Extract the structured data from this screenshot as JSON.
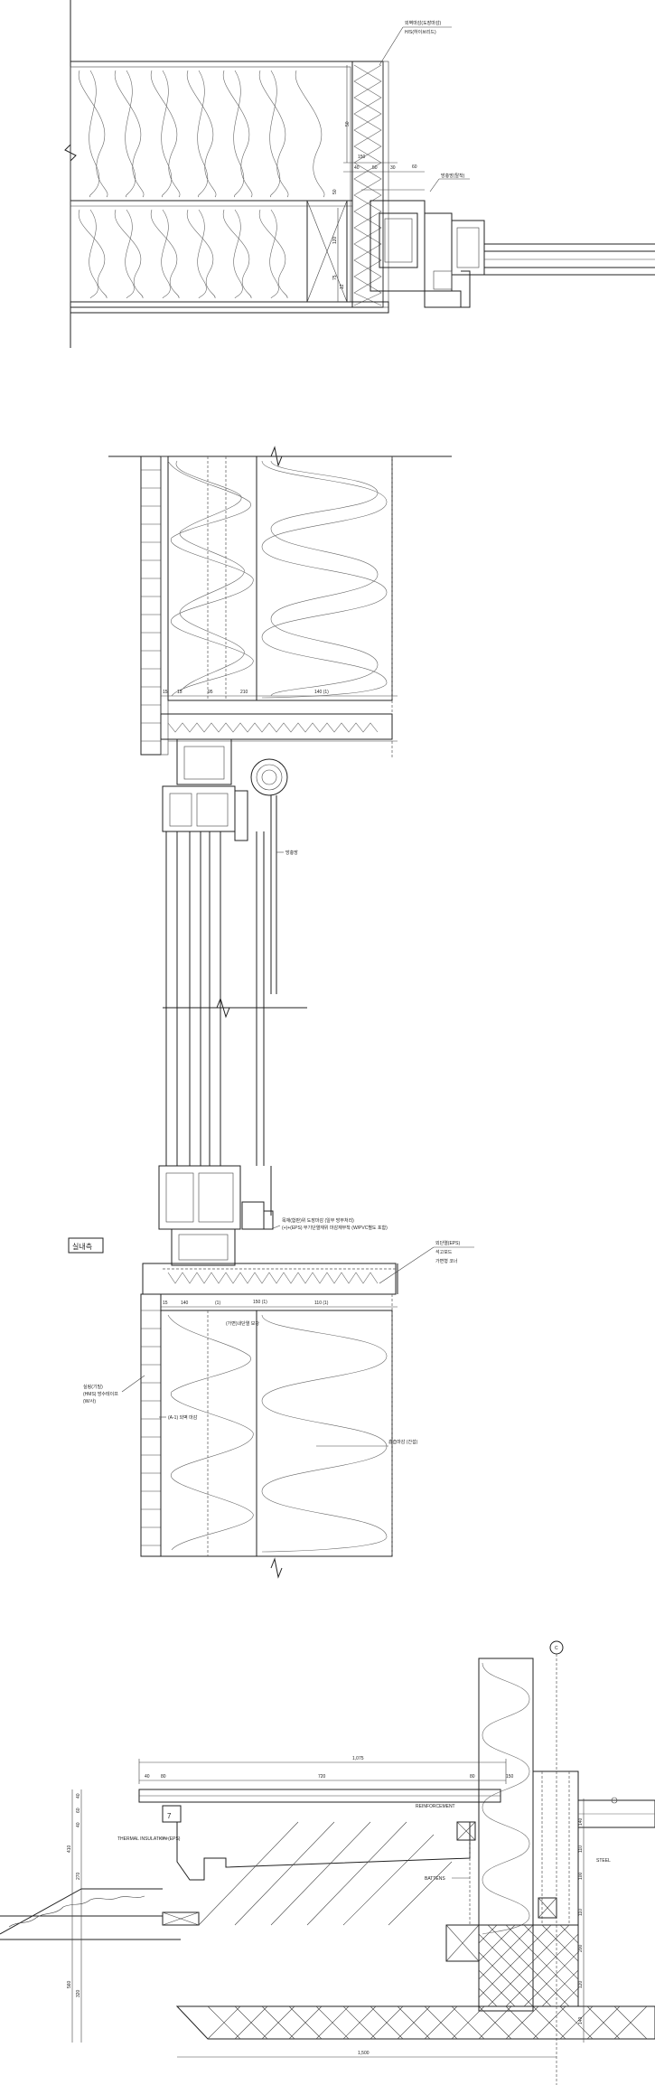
{
  "detail1": {
    "notes": [
      "외벽마감(도장마감)",
      "H/S(하이브리드)",
      "방충망(탈착)"
    ],
    "dims": [
      "50",
      "150",
      "40",
      "50",
      "30",
      "60",
      "50",
      "120",
      "75",
      "12"
    ]
  },
  "detail2": {
    "room_label": "실내측",
    "notes_top": [
      "방충망"
    ],
    "notes_mid": [
      "목재(합판)위 도장마감 (일부 방부처리)",
      "(+)+(EPS) 무기단열재위 마감재부착 (W/PVC별도 포함)",
      "외단열(EPS)",
      "석고보드",
      "가변형 코너"
    ],
    "notes_low": [
      "실링(기밀)",
      "(HMS) 방수테이프",
      "(W/사)",
      "(A-1) 외벽 마감",
      "(가변)내단열 보강",
      "흡습마감 (간섭)"
    ],
    "dims": [
      "15",
      "15",
      "95",
      "210",
      "140 (1)",
      "15",
      "140",
      "(1)",
      "110 (1)",
      "150 (1)"
    ]
  },
  "detail3": {
    "grid_label": "C",
    "box_label": "7",
    "dims_top": [
      "40",
      "80",
      "720",
      "80",
      "150",
      "1,075"
    ],
    "dims_left": [
      "40",
      "60",
      "40",
      "410",
      "270",
      "560",
      "320"
    ],
    "dims_right": [
      "140",
      "110",
      "100",
      "110",
      "200",
      "120",
      "140"
    ],
    "dim_bottom": "1,500",
    "notes": [
      "THERMAL INSULATION (EPS)",
      "REINFORCEMENT",
      "BATTENS",
      "STEEL"
    ]
  }
}
